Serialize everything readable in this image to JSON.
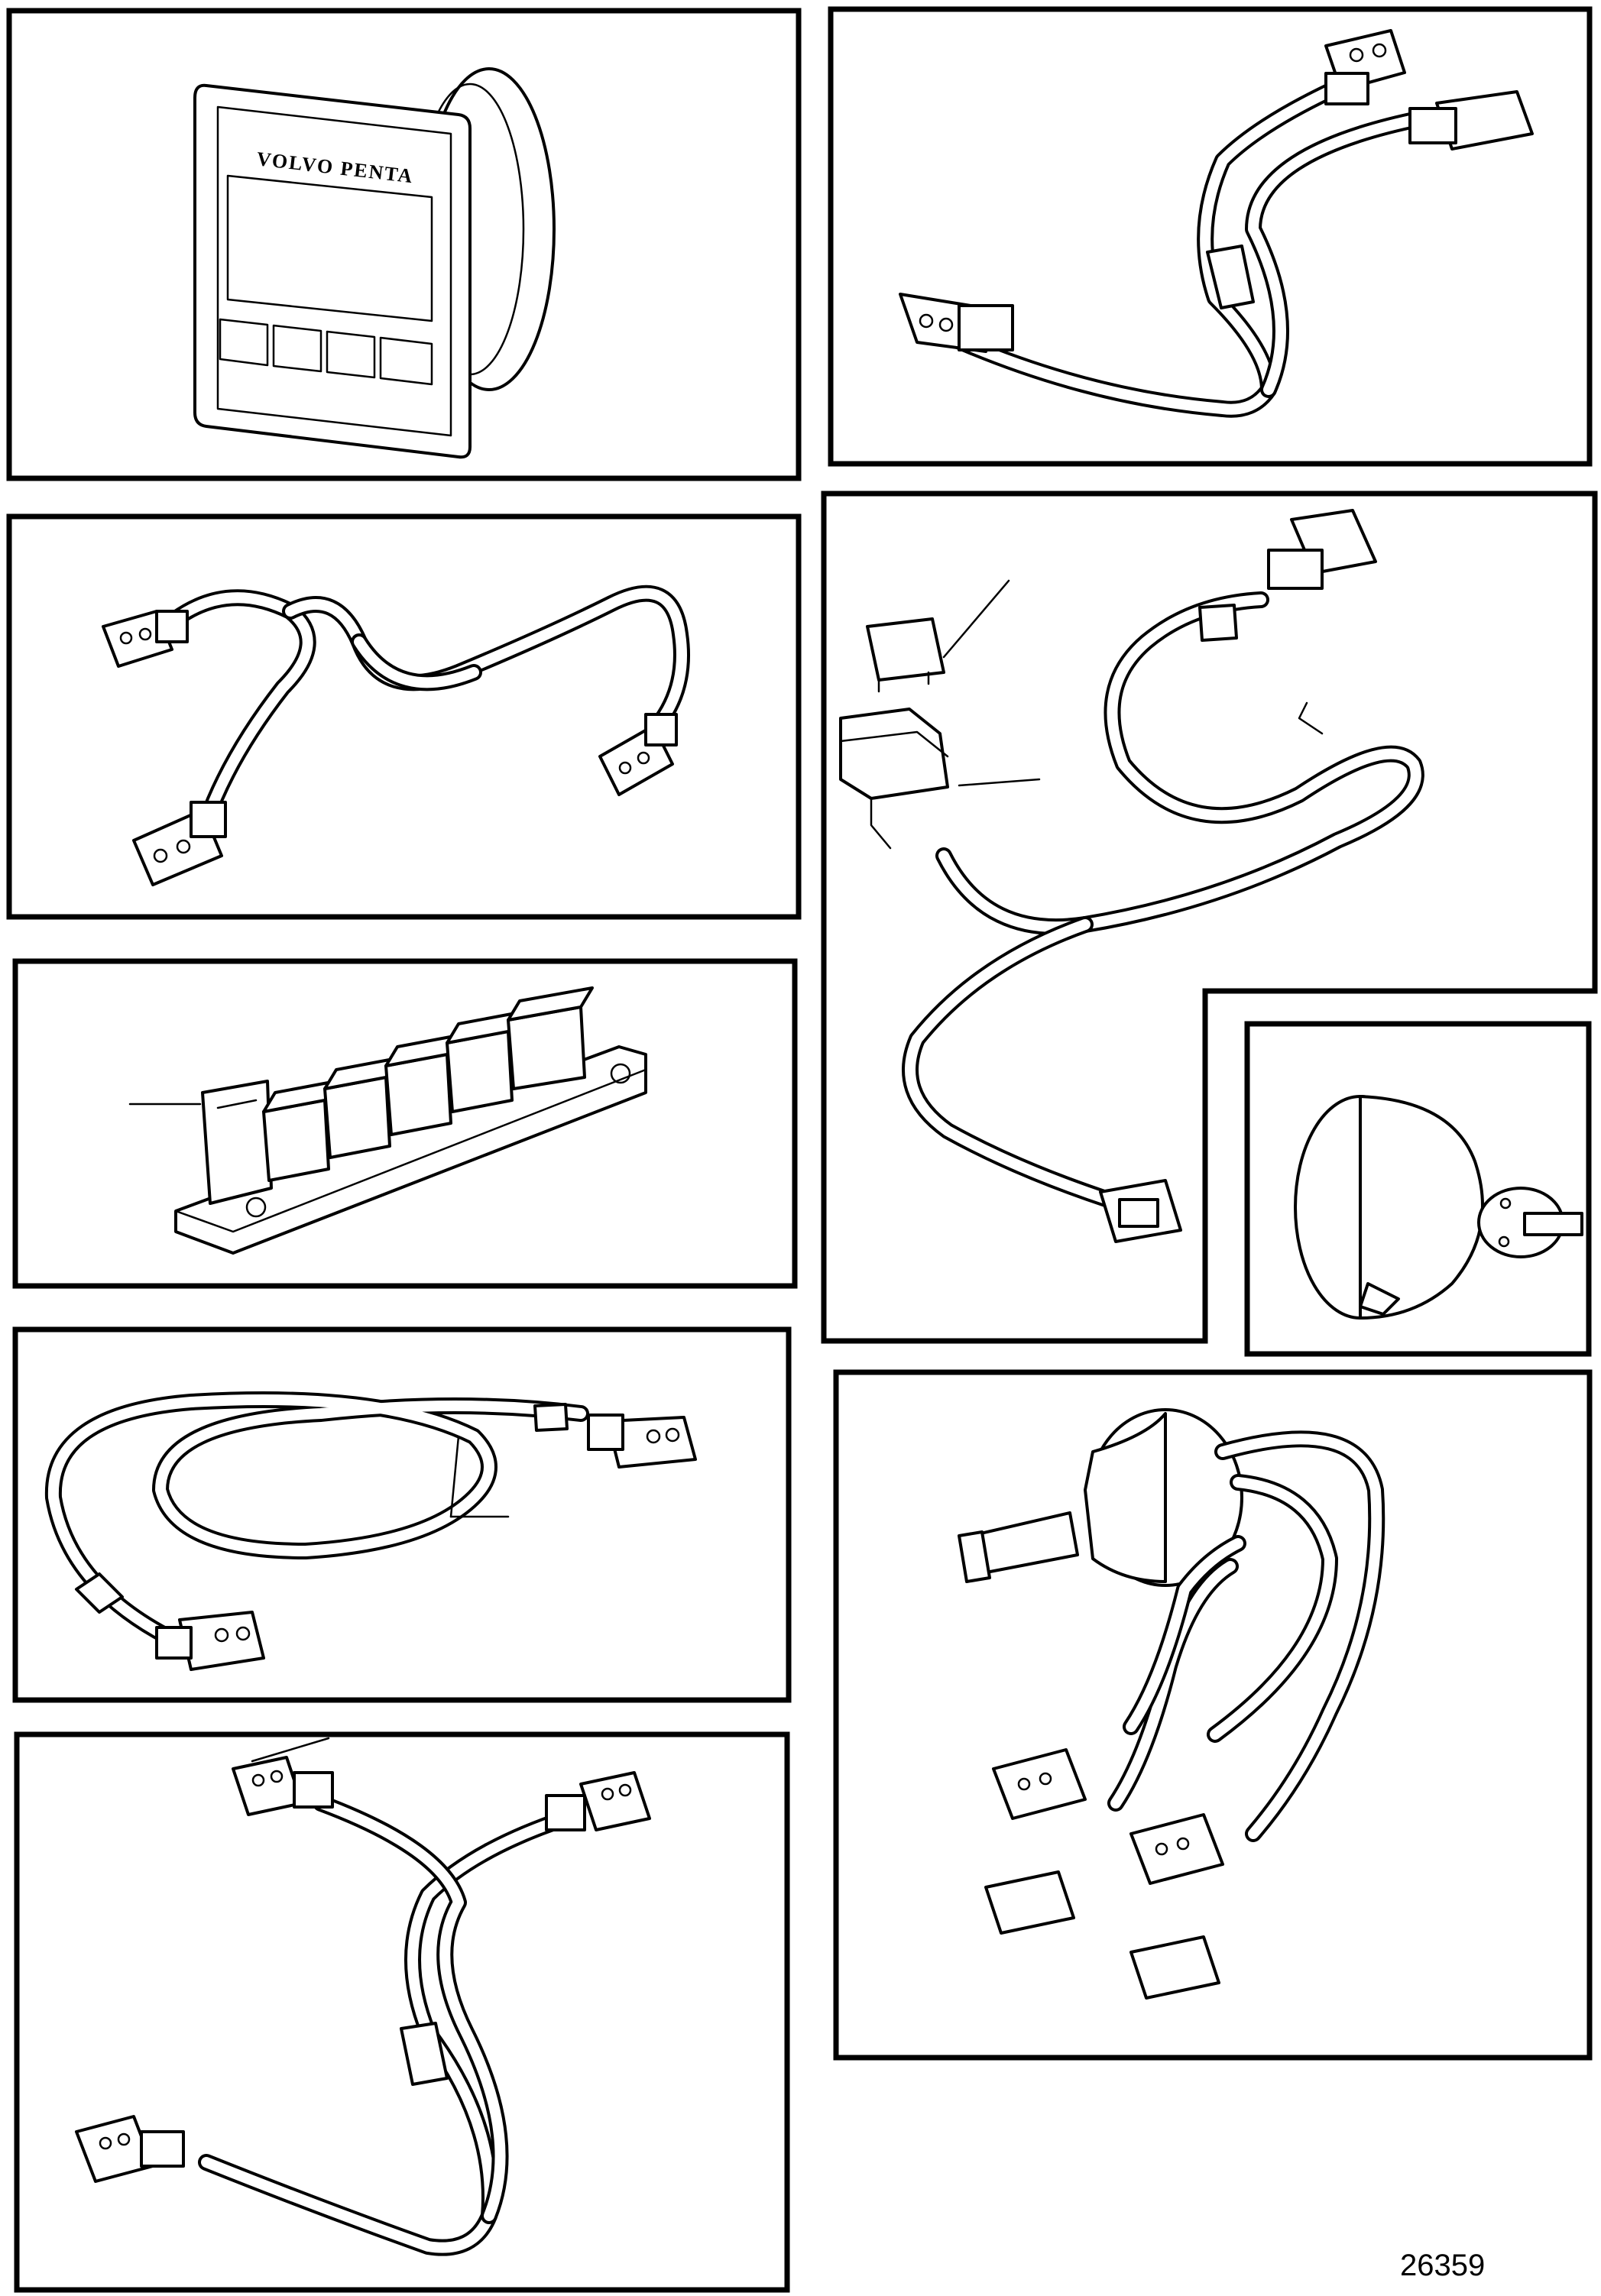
{
  "figure": {
    "brand_label": "VOLVO PENTA",
    "document_number": "26359"
  },
  "parts": [
    {
      "id": "display-unit",
      "icon": "display-unit-icon"
    },
    {
      "id": "y-harness-top",
      "icon": "y-cable-harness-icon"
    },
    {
      "id": "harness-two-connector",
      "icon": "cable-harness-icon"
    },
    {
      "id": "relay-harness",
      "icon": "relay-harness-icon"
    },
    {
      "id": "junction-block",
      "icon": "junction-block-icon"
    },
    {
      "id": "sensor-small",
      "icon": "sensor-icon"
    },
    {
      "id": "coiled-extension-cable",
      "icon": "coiled-cable-icon"
    },
    {
      "id": "sensor-with-harness",
      "icon": "sensor-harness-icon"
    },
    {
      "id": "y-harness-bottom",
      "icon": "y-cable-harness-icon"
    }
  ]
}
